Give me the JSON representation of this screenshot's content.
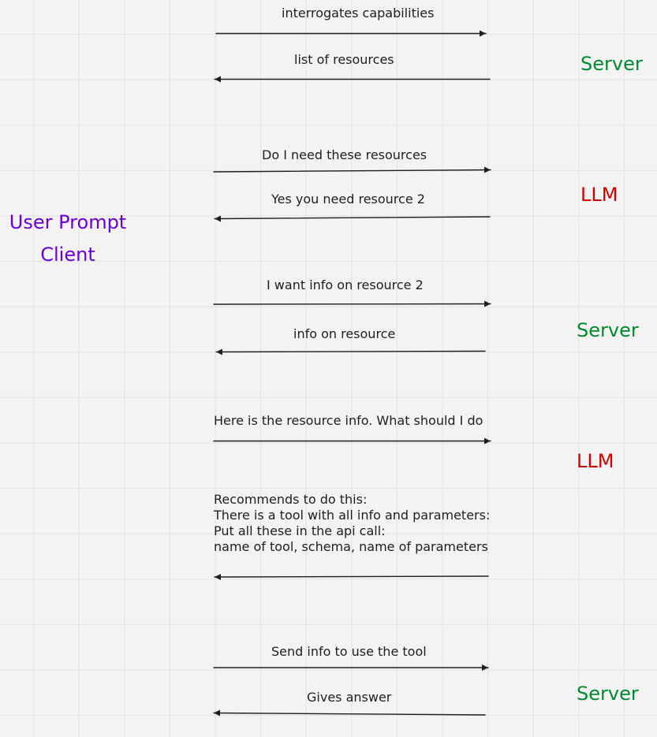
{
  "colors": {
    "background": "#f3f3f3",
    "grid": "#e2e2e2",
    "arrow": "#1e1e1e",
    "text": "#1e1e1e",
    "client": "#6c00d9",
    "server": "#008a2e",
    "llm": "#d00000"
  },
  "client": {
    "line1": "User Prompt",
    "line2": "Client"
  },
  "actors": {
    "server_1": "Server",
    "llm_1": "LLM",
    "server_2": "Server",
    "llm_2": "LLM",
    "server_3": "Server"
  },
  "messages": [
    {
      "label": "interrogates capabilities",
      "direction": "right"
    },
    {
      "label": "list of resources",
      "direction": "left"
    },
    {
      "label": "Do I need these resources",
      "direction": "right"
    },
    {
      "label": "Yes you need resource 2",
      "direction": "left"
    },
    {
      "label": "I want info on resource 2",
      "direction": "right"
    },
    {
      "label": "info on resource",
      "direction": "left"
    },
    {
      "label": "Here is the resource info. What should I do",
      "direction": "right"
    },
    {
      "label": "",
      "direction": "left"
    },
    {
      "label": "Send info to use the tool",
      "direction": "right"
    },
    {
      "label": "Gives answer",
      "direction": "left"
    }
  ],
  "recommendation": {
    "lines": [
      "Recommends to do this:",
      "There is a tool with all info and parameters:",
      "Put all these in the api call:",
      "name of tool, schema, name of parameters"
    ]
  }
}
